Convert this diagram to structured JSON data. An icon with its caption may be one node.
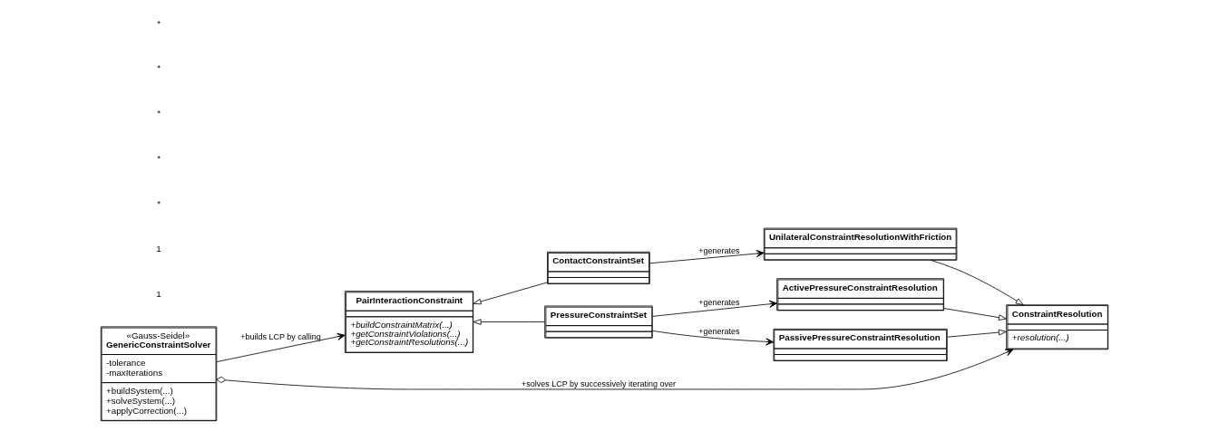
{
  "diagram": {
    "nodes": [
      {
        "text": [
          "«Gauss-Seidel»",
          "GenericConstraintSolver",
          "-tolerance",
          "-maxIterations",
          "+buildSystem(...)",
          "+solveSystem(...)",
          "+applyCorrection(...)"
        ]
      },
      {
        "text": [
          "PairInteractionConstraint",
          "+buildConstraintMatrix(...)",
          "+getConstraintViolations(...)",
          "+getConstraintResolutions(...)"
        ]
      },
      {
        "text": [
          "ContactConstraintSet"
        ]
      },
      {
        "text": [
          "UnilateralConstraintResolutionWithFriction"
        ]
      },
      {
        "text": [
          "PressureConstraintSet"
        ]
      },
      {
        "text": [
          "ActivePressureConstraintResolution"
        ]
      },
      {
        "text": [
          "PassivePressureConstraintResolution"
        ]
      },
      {
        "text": [
          "ConstraintResolution",
          "+resolution(...)"
        ]
      }
    ],
    "edges": [
      {
        "from": 0,
        "to": 1,
        "arrow": "to",
        "label": "+builds LCP by calling"
      },
      {
        "from": 0,
        "to": 7,
        "arrow": "to",
        "label": "+solves LCP by successively iterating over"
      },
      {
        "from": 2,
        "to": 1,
        "arrow": "to"
      },
      {
        "from": 2,
        "to": 3,
        "arrow": "to",
        "label": "+generates"
      },
      {
        "from": 4,
        "to": 1,
        "arrow": "to"
      },
      {
        "from": 4,
        "to": 5,
        "arrow": "to",
        "label": "+generates"
      },
      {
        "from": 4,
        "to": 6,
        "arrow": "to",
        "label": "+generates"
      },
      {
        "from": 3,
        "to": 7,
        "arrow": "to"
      },
      {
        "from": 5,
        "to": 7,
        "arrow": "to"
      },
      {
        "from": 6,
        "to": 7,
        "arrow": "to"
      }
    ],
    "labels": [
      "1",
      "1",
      "*",
      "*",
      "*",
      "*",
      "*"
    ]
  }
}
